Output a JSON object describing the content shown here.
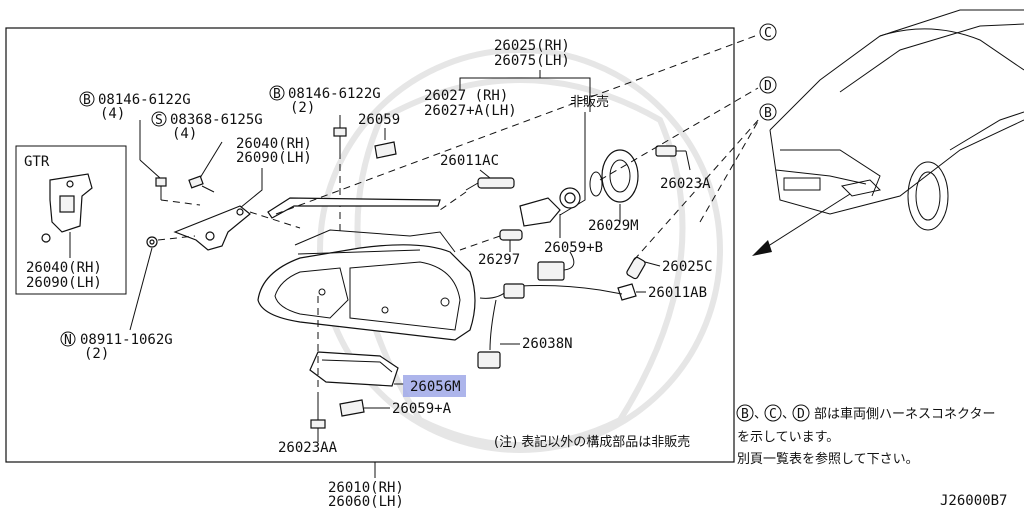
{
  "parts": {
    "p26025": "26025(RH)",
    "p26075": "26075(LH)",
    "p26027": "26027  (RH)",
    "p26027a": "26027+A(LH)",
    "not_for_sale": "非販売",
    "p08146_top": "08146-6122G",
    "p08146_top_qty": "(2)",
    "p08146_left": "08146-6122G",
    "p08146_left_qty": "(4)",
    "p08368": "08368-6125G",
    "p08368_qty": "(4)",
    "p26059": "26059",
    "p26040": "26040(RH)",
    "p26090": "26090(LH)",
    "gtr_label": "GTR",
    "gtr_26040": "26040(RH)",
    "gtr_26090": "26090(LH)",
    "p26011ac": "26011AC",
    "p26023a": "26023A",
    "p26029m": "26029M",
    "p26059b": "26059+B",
    "p26297": "26297",
    "p26025c": "26025C",
    "p26011ab": "26011AB",
    "p26038n": "26038N",
    "p26056m": "26056M",
    "p26059a": "26059+A",
    "p26023aa": "26023AA",
    "p08911": "08911-1062G",
    "p08911_qty": "(2)",
    "p26010": "26010(RH)",
    "p26060": "26060(LH)"
  },
  "circle_letters": {
    "b": "B",
    "s": "S",
    "n": "N",
    "c": "C",
    "d": "D"
  },
  "notes": {
    "note_main": "(注) 表記以外の構成部品は非販売",
    "side_line1_tail": "部は車両側ハーネスコネクター",
    "side_sep": "、",
    "side_line2": "を示しています。",
    "side_line3": "別頁一覧表を参照して下さい。"
  },
  "figure_code": "J26000B7",
  "highlight_color": "#9fa8e8"
}
